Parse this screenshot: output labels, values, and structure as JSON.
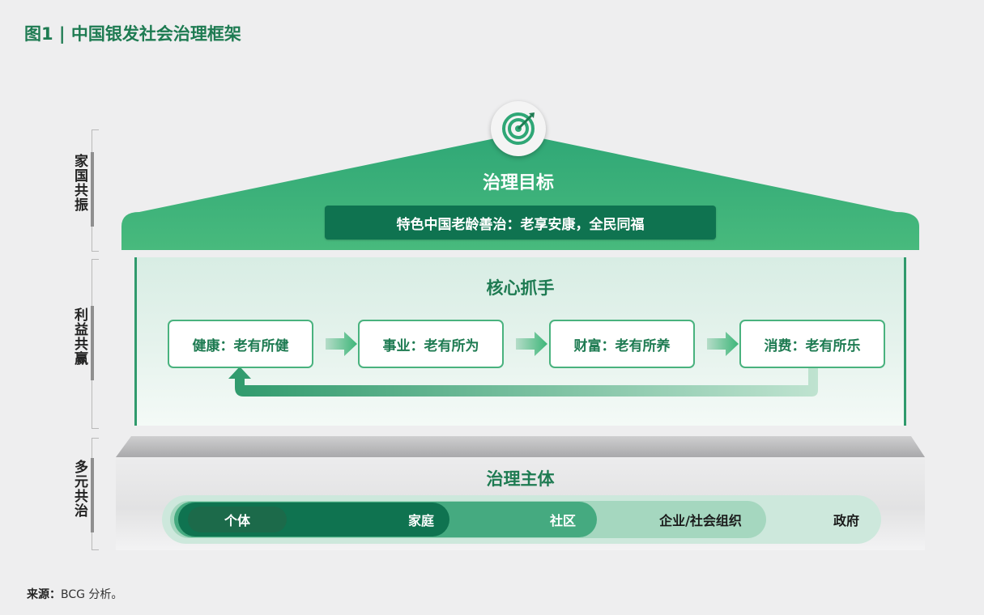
{
  "title": "图1 | 中国银发社会治理框架",
  "side_labels": [
    "家国共振",
    "利益共赢",
    "多元共治"
  ],
  "roof": {
    "icon": "target-icon",
    "title": "治理目标",
    "banner": "特色中国老龄善治：老享安康，全民同福"
  },
  "core": {
    "title": "核心抓手",
    "steps": [
      "健康：老有所健",
      "事业：老有所为",
      "财富：老有所养",
      "消费：老有所乐"
    ]
  },
  "base": {
    "title": "治理主体",
    "segments": [
      "个体",
      "家庭",
      "社区",
      "企业/社会组织",
      "政府"
    ]
  },
  "source": {
    "label": "来源：",
    "text": "BCG 分析。"
  },
  "colors": {
    "brand_green": "#1e7b52",
    "dark_green": "#0f7350",
    "roof_green": "#3db679"
  }
}
